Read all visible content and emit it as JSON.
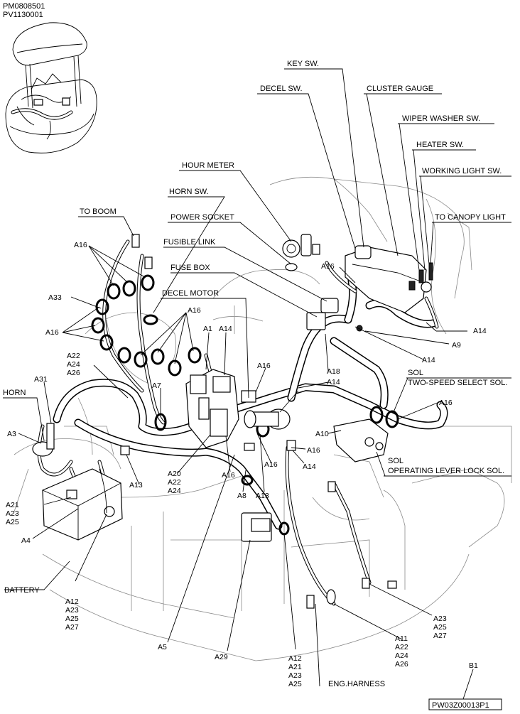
{
  "header": {
    "code1": "PM0808501",
    "code2": "PV1130001"
  },
  "labels": {
    "key_sw": "KEY SW.",
    "decel_sw": "DECEL SW.",
    "cluster_gauge": "CLUSTER GAUGE",
    "wiper_washer_sw": "WIPER WASHER SW.",
    "heater_sw": "HEATER SW.",
    "working_light_sw": "WORKING LIGHT SW.",
    "hour_meter": "HOUR METER",
    "horn_sw": "HORN SW.",
    "to_boom": "TO BOOM",
    "power_socket": "POWER SOCKET",
    "to_canopy_light": "TO CANOPY LIGHT",
    "fusible_link": "FUSIBLE LINK",
    "fuse_box": "FUSE BOX",
    "decel_motor": "DECEL MOTOR",
    "horn": "HORN",
    "battery": "BATTERY",
    "sol_1": "SOL",
    "two_speed": "TWO-SPEED SELECT SOL.",
    "sol_2": "SOL",
    "op_lever": "OPERATING LEVER LOCK SOL.",
    "eng_harness": "ENG.HARNESS"
  },
  "codes": {
    "a16": "A16",
    "a33": "A33",
    "a14": "A14",
    "a1": "A1",
    "a9": "A9",
    "a18": "A18",
    "a22": "A22",
    "a24": "A24",
    "a26": "A26",
    "a31": "A31",
    "a7": "A7",
    "a3": "A3",
    "a10": "A10",
    "a20": "A20",
    "a13": "A13",
    "a8": "A8",
    "a21": "A21",
    "a23": "A23",
    "a25": "A25",
    "a4": "A4",
    "a12": "A12",
    "a27": "A27",
    "a5": "A5",
    "a29": "A29",
    "a11": "A11",
    "b1": "B1"
  },
  "reference_code": "PW03Z00013P1"
}
